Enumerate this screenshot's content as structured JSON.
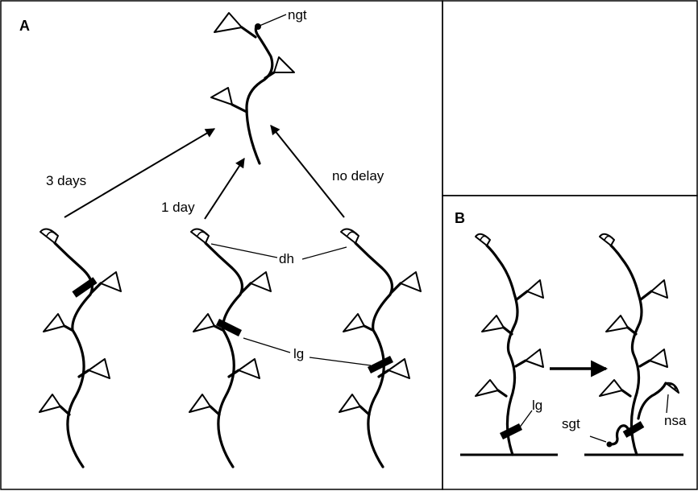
{
  "panels": {
    "a": {
      "label": "A"
    },
    "b": {
      "label": "B"
    }
  },
  "labels": {
    "ngt": "ngt",
    "dh": "dh",
    "lg_a": "lg",
    "lg_b": "lg",
    "sgt": "sgt",
    "nsa": "nsa"
  },
  "arrows": {
    "three_days": "3 days",
    "one_day": "1 day",
    "no_delay": "no delay"
  }
}
